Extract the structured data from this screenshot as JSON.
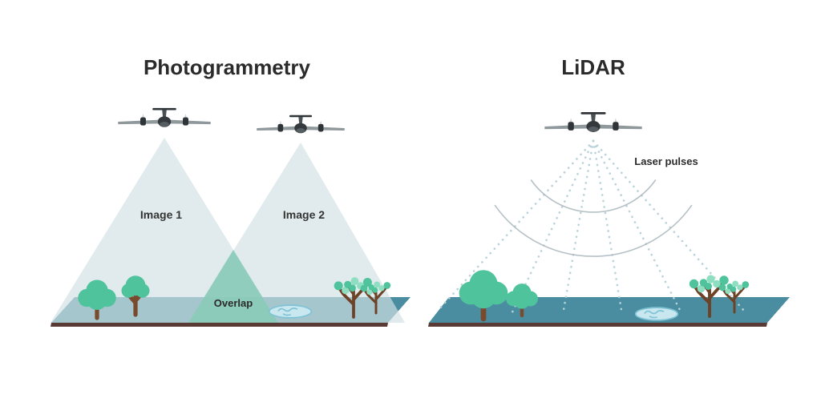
{
  "left_panel": {
    "title": "Photogrammetry",
    "image1_label": "Image 1",
    "image2_label": "Image 2",
    "overlap_label": "Overlap"
  },
  "right_panel": {
    "title": "LiDAR",
    "laser_pulses_label": "Laser pulses"
  },
  "colors": {
    "background": "#ffffff",
    "cone": "#d3e2e5",
    "overlap": "#7cc6af",
    "ground": "#4a8da0",
    "ground_edge": "#5a3a34",
    "foliage": "#4fc39b",
    "foliage_light": "#8edfc2",
    "trunk": "#7a4a2e",
    "plane_body": "#33393c",
    "plane_wing": "#8f989b",
    "laser_dots": "#b9d2da",
    "pulse_arc": "#a9b6bc",
    "pond_fill": "#c9e7ef",
    "pond_stroke": "#7fc3d6",
    "text": "#2b2b2b"
  },
  "icons": {
    "airplane": "airplane-icon",
    "tree": "tree-icon",
    "bush": "bush-icon",
    "pond": "pond-icon",
    "laser_beam": "laser-beam",
    "pulse_arc": "laser-pulse-arc"
  }
}
